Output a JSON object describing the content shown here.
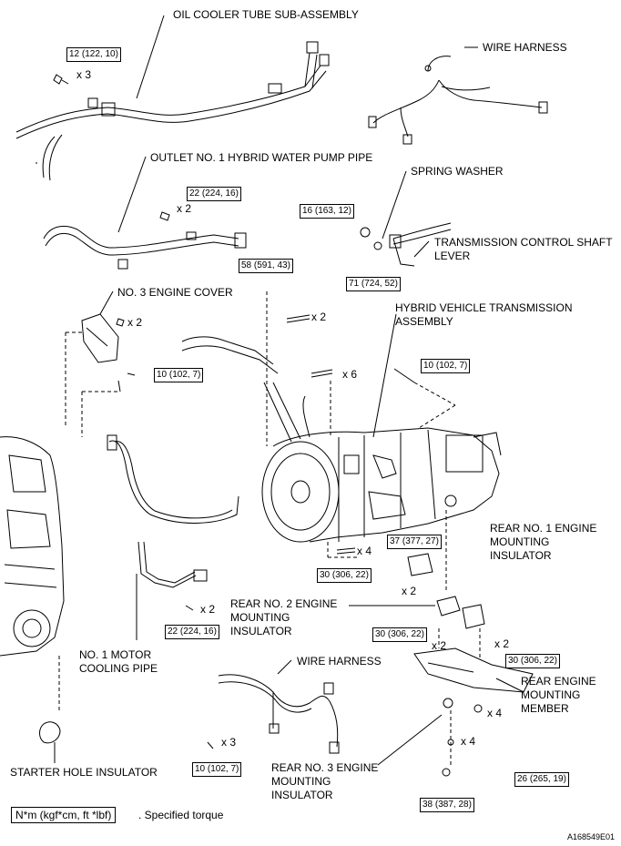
{
  "labels": {
    "oil_cooler": "OIL COOLER TUBE SUB-ASSEMBLY",
    "wire_harness_top": "WIRE HARNESS",
    "outlet_pipe": "OUTLET NO. 1 HYBRID WATER PUMP PIPE",
    "spring_washer": "SPRING WASHER",
    "trans_lever": "TRANSMISSION CONTROL SHAFT LEVER",
    "engine_cover": "NO. 3 ENGINE COVER",
    "hv_trans": "HYBRID VEHICLE TRANSMISSION ASSEMBLY",
    "rear_no1": "REAR NO. 1 ENGINE MOUNTING INSULATOR",
    "rear_no2": "REAR NO. 2 ENGINE MOUNTING INSULATOR",
    "motor_pipe": "NO. 1 MOTOR COOLING PIPE",
    "wire_harness_bottom": "WIRE HARNESS",
    "rear_member": "REAR ENGINE MOUNTING MEMBER",
    "starter_insulator": "STARTER HOLE INSULATOR",
    "rear_no3": "REAR NO. 3 ENGINE MOUNTING INSULATOR"
  },
  "torques": {
    "t_12": "12 (122, 10)",
    "t_22a": "22 (224, 16)",
    "t_16": "16 (163, 12)",
    "t_58": "58 (591, 43)",
    "t_71": "71 (724, 52)",
    "t_10a": "10 (102, 7)",
    "t_10b": "10 (102, 7)",
    "t_37": "37 (377, 27)",
    "t_30a": "30 (306, 22)",
    "t_22b": "22 (224, 16)",
    "t_30b": "30 (306, 22)",
    "t_30c": "30 (306, 22)",
    "t_10c": "10 (102, 7)",
    "t_26": "26 (265, 19)",
    "t_38": "38 (387, 28)"
  },
  "counts": {
    "x3_top": "x 3",
    "x2_outlet": "x 2",
    "x2_cover": "x 2",
    "x2_58": "x 2",
    "x6": "x 6",
    "x4_37": "x 4",
    "x2_30a": "x 2",
    "x2_22b": "x 2",
    "x2_30b": "x 2",
    "x2_30c": "x 2",
    "x3_bottom": "x 3",
    "x4_mid": "x 4",
    "x4_low": "x 4"
  },
  "legend": {
    "box": "N*m (kgf*cm, ft *lbf)",
    "text": ". Specified torque"
  },
  "figure_id": "A168549E01"
}
